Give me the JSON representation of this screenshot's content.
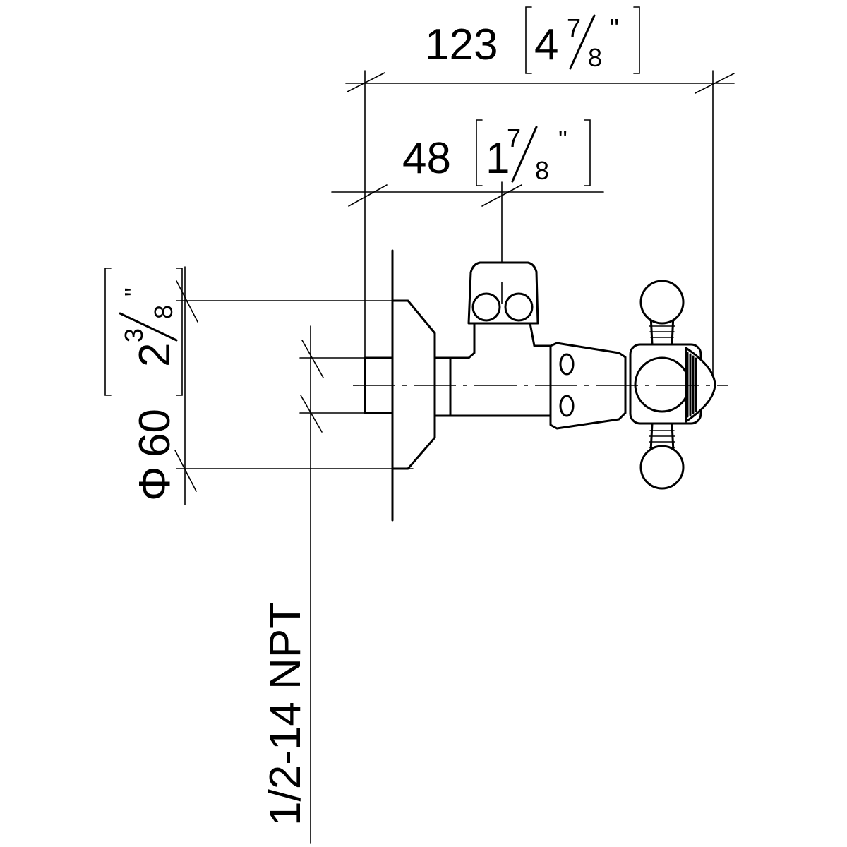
{
  "dimensions": {
    "overall_length": {
      "metric": "123",
      "whole": "4",
      "num": "7",
      "den": "8",
      "inch_mark": "\""
    },
    "handle_offset": {
      "metric": "48",
      "whole": "1",
      "num": "7",
      "den": "8",
      "inch_mark": "\""
    },
    "flange_diameter": {
      "symbol": "Φ",
      "metric": "60",
      "whole": "2",
      "num": "3",
      "den": "8",
      "inch_mark": "\""
    },
    "thread": {
      "label": "1/2-14 NPT"
    }
  }
}
